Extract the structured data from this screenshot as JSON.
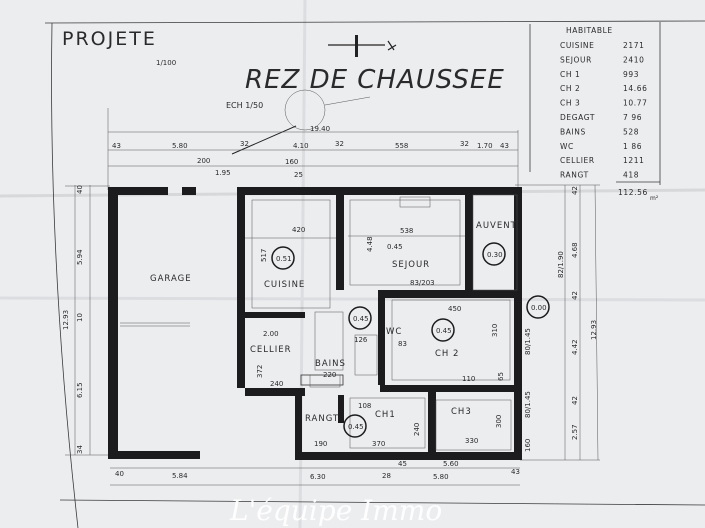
{
  "header": {
    "stamp": "PROJETE",
    "scale_main": "1/100",
    "title": "REZ DE CHAUSSEE",
    "scale_detail": "ECH 1/50"
  },
  "surface_table": {
    "heading": "HABITABLE",
    "rows": [
      {
        "room": "CUISINE",
        "area": "2171"
      },
      {
        "room": "SEJOUR",
        "area": "2410"
      },
      {
        "room": "CH 1",
        "area": "993"
      },
      {
        "room": "CH 2",
        "area": "14.66"
      },
      {
        "room": "CH 3",
        "area": "10.77"
      },
      {
        "room": "DEGAGT",
        "area": "7 96"
      },
      {
        "room": "BAINS",
        "area": "528"
      },
      {
        "room": "WC",
        "area": "1 86"
      },
      {
        "room": "CELLIER",
        "area": "1211"
      },
      {
        "room": "RANGT",
        "area": "418"
      }
    ],
    "total": "112.56",
    "unit": "m²"
  },
  "rooms": {
    "garage": "GARAGE",
    "cuisine": "CUISINE",
    "sejour": "SEJOUR",
    "auvent": "AUVENT",
    "cellier": "CELLIER",
    "bains": "BAINS",
    "wc": "WC",
    "ch1": "CH1",
    "ch2": "CH 2",
    "ch3": "CH3",
    "rangt": "RANGT"
  },
  "levels": {
    "cuisine": "0.51",
    "sejour": "0.45",
    "auvent": "0.30",
    "exterior": "0.00",
    "degagement": "0.45",
    "ch2": "0.45",
    "ch1": "0.45"
  },
  "dimensions": {
    "top": {
      "overall": "19.40",
      "d1": "43",
      "d2": "5.80",
      "d3": "32",
      "d4": "4.10",
      "d5": "32",
      "d6": "558",
      "d7": "32",
      "d8": "1.70",
      "d9": "43",
      "s1": "200",
      "s2": "1.95",
      "s3": "160",
      "s4": "25"
    },
    "left": {
      "overall": "12.93",
      "d1": "40",
      "d2": "5.94",
      "d3": "10",
      "d4": "6.15",
      "d5": "34"
    },
    "right": {
      "overall": "12.93",
      "d1": "42",
      "d2": "4.68",
      "d3": "42",
      "d4": "4.42",
      "d5": "42",
      "d6": "2.57",
      "w1": "82/1.90",
      "w2": "80/1.45",
      "w3": "80/1.45",
      "w4": "160"
    },
    "bottom": {
      "d1": "40",
      "d2": "5.84",
      "d3": "6.30",
      "d4": "28",
      "d5": "5.80",
      "d6": "5.60",
      "d7": "45",
      "d8": "43"
    },
    "interior": {
      "cuisine_w": "420",
      "cuisine_h": "517",
      "sejour_w": "538",
      "sejour_h": "4.48",
      "sejour_window": "83/203",
      "ch2_w": "450",
      "ch2_h": "310",
      "cellier_h": "372",
      "cellier_door": "2.00",
      "cellier_w": "240",
      "bains_w": "220",
      "rangt_w": "190",
      "ch1_w": "370",
      "ch1_d": "108",
      "ch1_h": "240",
      "ch3_w": "330",
      "ch3_h": "300",
      "placard": "110",
      "placard2": "65",
      "door": "83",
      "stairs": "126"
    }
  },
  "watermark": "L'équipe Immo"
}
